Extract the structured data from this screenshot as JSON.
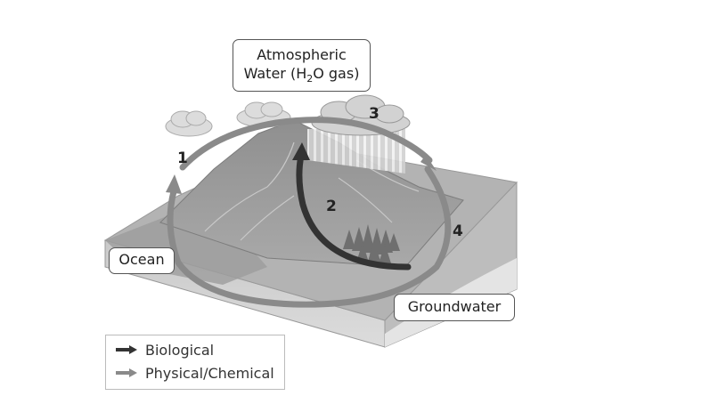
{
  "labels": {
    "atmosphere_line1": "Atmospheric",
    "atmosphere_line2_pre": "Water (H",
    "atmosphere_sub": "2",
    "atmosphere_line2_post": "O gas)",
    "ocean": "Ocean",
    "groundwater": "Groundwater"
  },
  "steps": [
    "1",
    "2",
    "3",
    "4"
  ],
  "legend": [
    {
      "label": "Biological",
      "color": "#333333"
    },
    {
      "label": "Physical/Chemical",
      "color": "#8a8a8a"
    }
  ]
}
